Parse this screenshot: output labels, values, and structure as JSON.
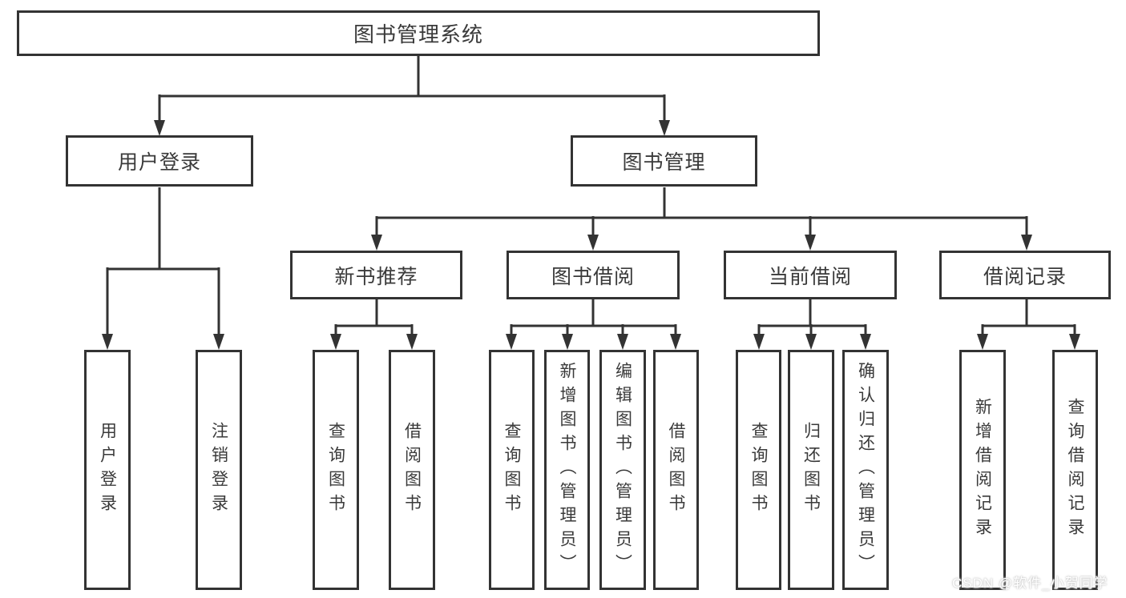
{
  "colors": {
    "line": "#333333",
    "box_border": "#333333",
    "text": "#3a3a3a",
    "background": "#ffffff",
    "watermark_text": "#ffffff"
  },
  "root": {
    "label": "图书管理系统"
  },
  "branches": {
    "user": {
      "label": "用户登录",
      "children": [
        {
          "label": "用户登录"
        },
        {
          "label": "注销登录"
        }
      ]
    },
    "book": {
      "label": "图书管理",
      "groups": [
        {
          "label": "新书推荐",
          "children": [
            {
              "label": "查询图书"
            },
            {
              "label": "借阅图书"
            }
          ]
        },
        {
          "label": "图书借阅",
          "children": [
            {
              "label": "查询图书"
            },
            {
              "label": "新增图书（管理员）"
            },
            {
              "label": "编辑图书（管理员）"
            },
            {
              "label": "借阅图书"
            }
          ]
        },
        {
          "label": "当前借阅",
          "children": [
            {
              "label": "查询图书"
            },
            {
              "label": "归还图书"
            },
            {
              "label": "确认归还（管理员）"
            }
          ]
        },
        {
          "label": "借阅记录",
          "children": [
            {
              "label": "新增借阅记录"
            },
            {
              "label": "查询借阅记录"
            }
          ]
        }
      ]
    }
  },
  "watermark": {
    "text": "CSDN @软件_小贺同学"
  }
}
